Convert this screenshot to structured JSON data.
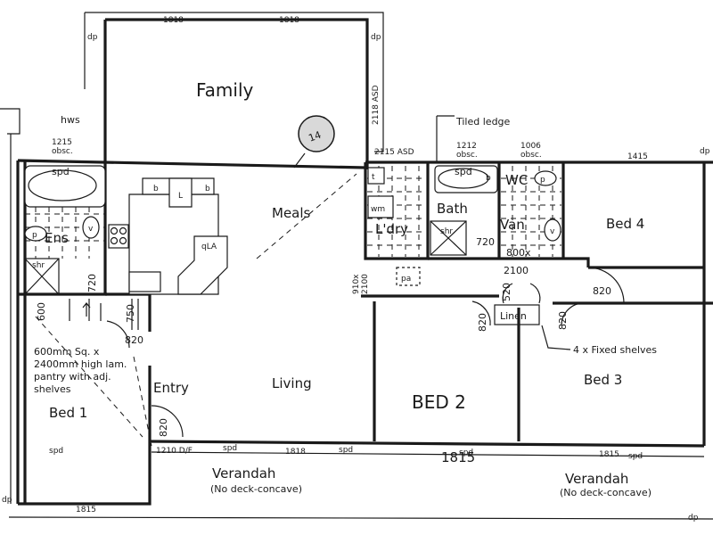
{
  "rooms": {
    "family": "Family",
    "meals": "Meals",
    "living": "Living",
    "entry": "Entry",
    "bed1": "Bed 1",
    "bed2": "BED 2",
    "bed3": "Bed 3",
    "bed4": "Bed 4",
    "ens": "Ens",
    "bath": "Bath",
    "van": "Van",
    "wc": "WC",
    "ldry": "L'dry",
    "linen": "Linen",
    "verandah_left": "Verandah",
    "verandah_right": "Verandah"
  },
  "notes": {
    "no_deck_left": "(No deck-concave)",
    "no_deck_right": "(No deck-concave)",
    "tiled_ledge": "Tiled ledge",
    "fixed_shelves": "4 x Fixed shelves",
    "pantry": [
      "600mm Sq. x",
      "2400mm high lam.",
      "pantry with adj.",
      "shelves"
    ],
    "hws": "hws",
    "circle_mark": "14"
  },
  "dimensions": {
    "top_1818_a": "1818",
    "top_1818_b": "1818",
    "asd_2118": "2118 ASD",
    "obsc_1215": "1215",
    "obsc_label_1": "obsc.",
    "asd_2115": "2115 ASD",
    "obsc_1212": "1212",
    "obsc_label_2": "obsc.",
    "obsc_1006": "1006",
    "obsc_label_3": "obsc.",
    "top_1415": "1415",
    "d_2100": "2100",
    "d_910x2100": "910x",
    "d_2100_v": "2100",
    "d_820_bed4": "820",
    "d_820_bed2": "820",
    "d_820_bed3": "820",
    "d_820_pantry": "820",
    "d_820_bed1": "820",
    "d_720_ens": "720",
    "d_720_bath": "720",
    "d_600": "600",
    "d_750": "750",
    "d_520": "520",
    "d_800x": "800x",
    "d_1210_df": "1210 D/F",
    "bottom_1818": "1818",
    "bottom_1815_mid": "1815",
    "bottom_1815_right": "1815",
    "bottom_1815_left": "1815"
  },
  "fixtures": {
    "spd_ens": "spd",
    "spd_bath": "spd",
    "spd_v1": "spd",
    "spd_v2": "spd",
    "spd_v3": "spd",
    "spd_v4": "spd",
    "spd_v5": "spd",
    "wm": "wm",
    "t": "t",
    "shr_ens": "shr",
    "shr_bath": "shr",
    "pa": "pa",
    "qla": "qLA",
    "b1": "b",
    "b2": "b",
    "b3": "b",
    "l": "L",
    "p_ens": "p",
    "p_wc": "p",
    "v_ens": "v",
    "v_van": "v",
    "dp_tl": "dp",
    "dp_tr": "dp",
    "dp_r": "dp",
    "dp_bl": "dp",
    "dp_br": "dp"
  }
}
